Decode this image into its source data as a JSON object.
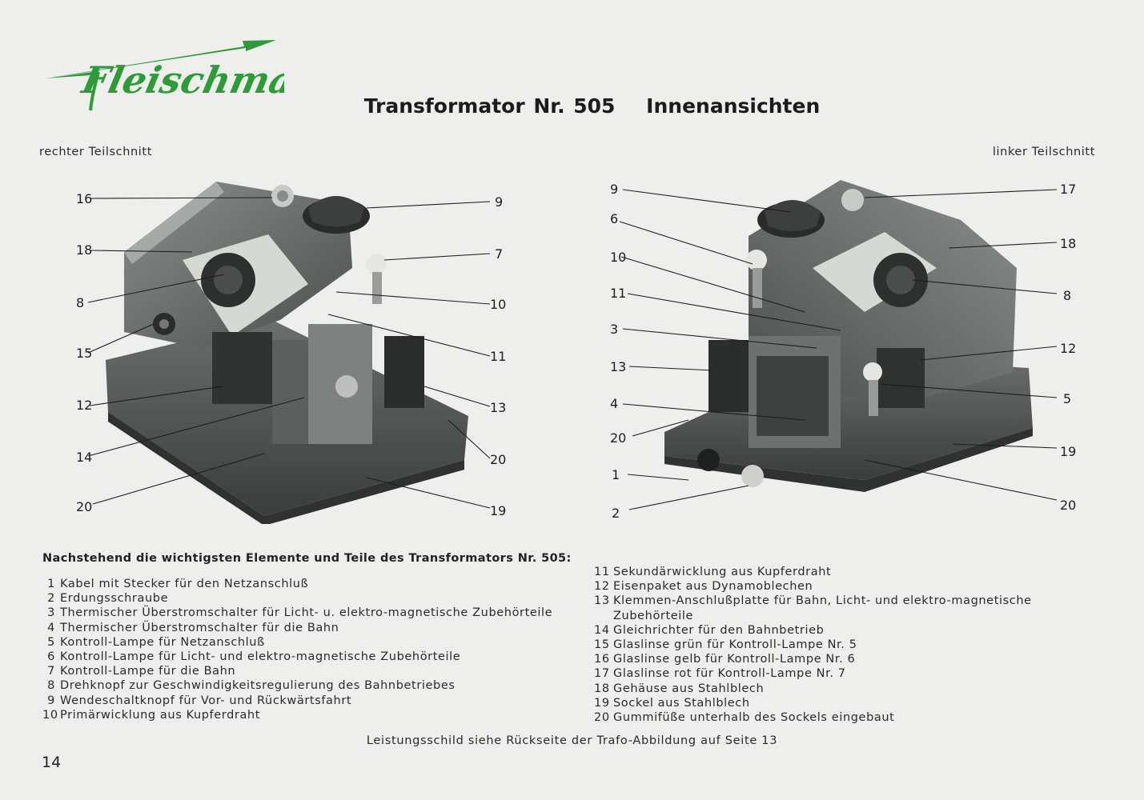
{
  "brand": {
    "logo_text": "Fleischmann",
    "logo_color": "#2e9a3a"
  },
  "title": {
    "part1": "Transformator Nr. 505",
    "part2": "Innenansichten"
  },
  "subtitles": {
    "left": "rechter Teilschnitt",
    "right": "linker Teilschnitt"
  },
  "figure_left": {
    "callouts": [
      "16",
      "18",
      "8",
      "15",
      "12",
      "14",
      "20",
      "9",
      "7",
      "10",
      "11",
      "13",
      "20",
      "19"
    ]
  },
  "figure_right": {
    "callouts": [
      "9",
      "6",
      "10",
      "11",
      "3",
      "13",
      "4",
      "20",
      "1",
      "2",
      "17",
      "18",
      "8",
      "12",
      "5",
      "19",
      "20"
    ]
  },
  "legend": {
    "heading": "Nachstehend die wichtigsten Elemente und Teile des Transformators Nr. 505:",
    "left_items": [
      {
        "n": "1",
        "text": "Kabel mit Stecker für den Netzanschluß"
      },
      {
        "n": "2",
        "text": "Erdungsschraube"
      },
      {
        "n": "3",
        "text": "Thermischer Überstromschalter für Licht- u. elektro-magnetische Zubehörteile"
      },
      {
        "n": "4",
        "text": "Thermischer Überstromschalter für die Bahn"
      },
      {
        "n": "5",
        "text": "Kontroll-Lampe für Netzanschluß"
      },
      {
        "n": "6",
        "text": "Kontroll-Lampe für Licht- und elektro-magnetische Zubehörteile"
      },
      {
        "n": "7",
        "text": "Kontroll-Lampe für die Bahn"
      },
      {
        "n": "8",
        "text": "Drehknopf zur Geschwindigkeitsregulierung des Bahnbetriebes"
      },
      {
        "n": "9",
        "text": "Wendeschaltknopf für Vor- und Rückwärtsfahrt"
      },
      {
        "n": "10",
        "text": "Primärwicklung aus Kupferdraht"
      }
    ],
    "right_items": [
      {
        "n": "11",
        "text": "Sekundärwicklung aus Kupferdraht"
      },
      {
        "n": "12",
        "text": "Eisenpaket aus Dynamoblechen"
      },
      {
        "n": "13",
        "text": "Klemmen-Anschlußplatte für Bahn, Licht- und elektro-magnetische Zubehörteile"
      },
      {
        "n": "14",
        "text": "Gleichrichter für den Bahnbetrieb"
      },
      {
        "n": "15",
        "text": "Glaslinse grün für Kontroll-Lampe Nr. 5"
      },
      {
        "n": "16",
        "text": "Glaslinse gelb für Kontroll-Lampe Nr. 6"
      },
      {
        "n": "17",
        "text": "Glaslinse rot für Kontroll-Lampe Nr. 7"
      },
      {
        "n": "18",
        "text": "Gehäuse aus Stahlblech"
      },
      {
        "n": "19",
        "text": "Sockel aus Stahlblech"
      },
      {
        "n": "20",
        "text": "Gummifüße unterhalb des Sockels eingebaut"
      }
    ]
  },
  "footnote": "Leistungsschild siehe Rückseite der Trafo-Abbildung auf Seite 13",
  "page_number": "14"
}
